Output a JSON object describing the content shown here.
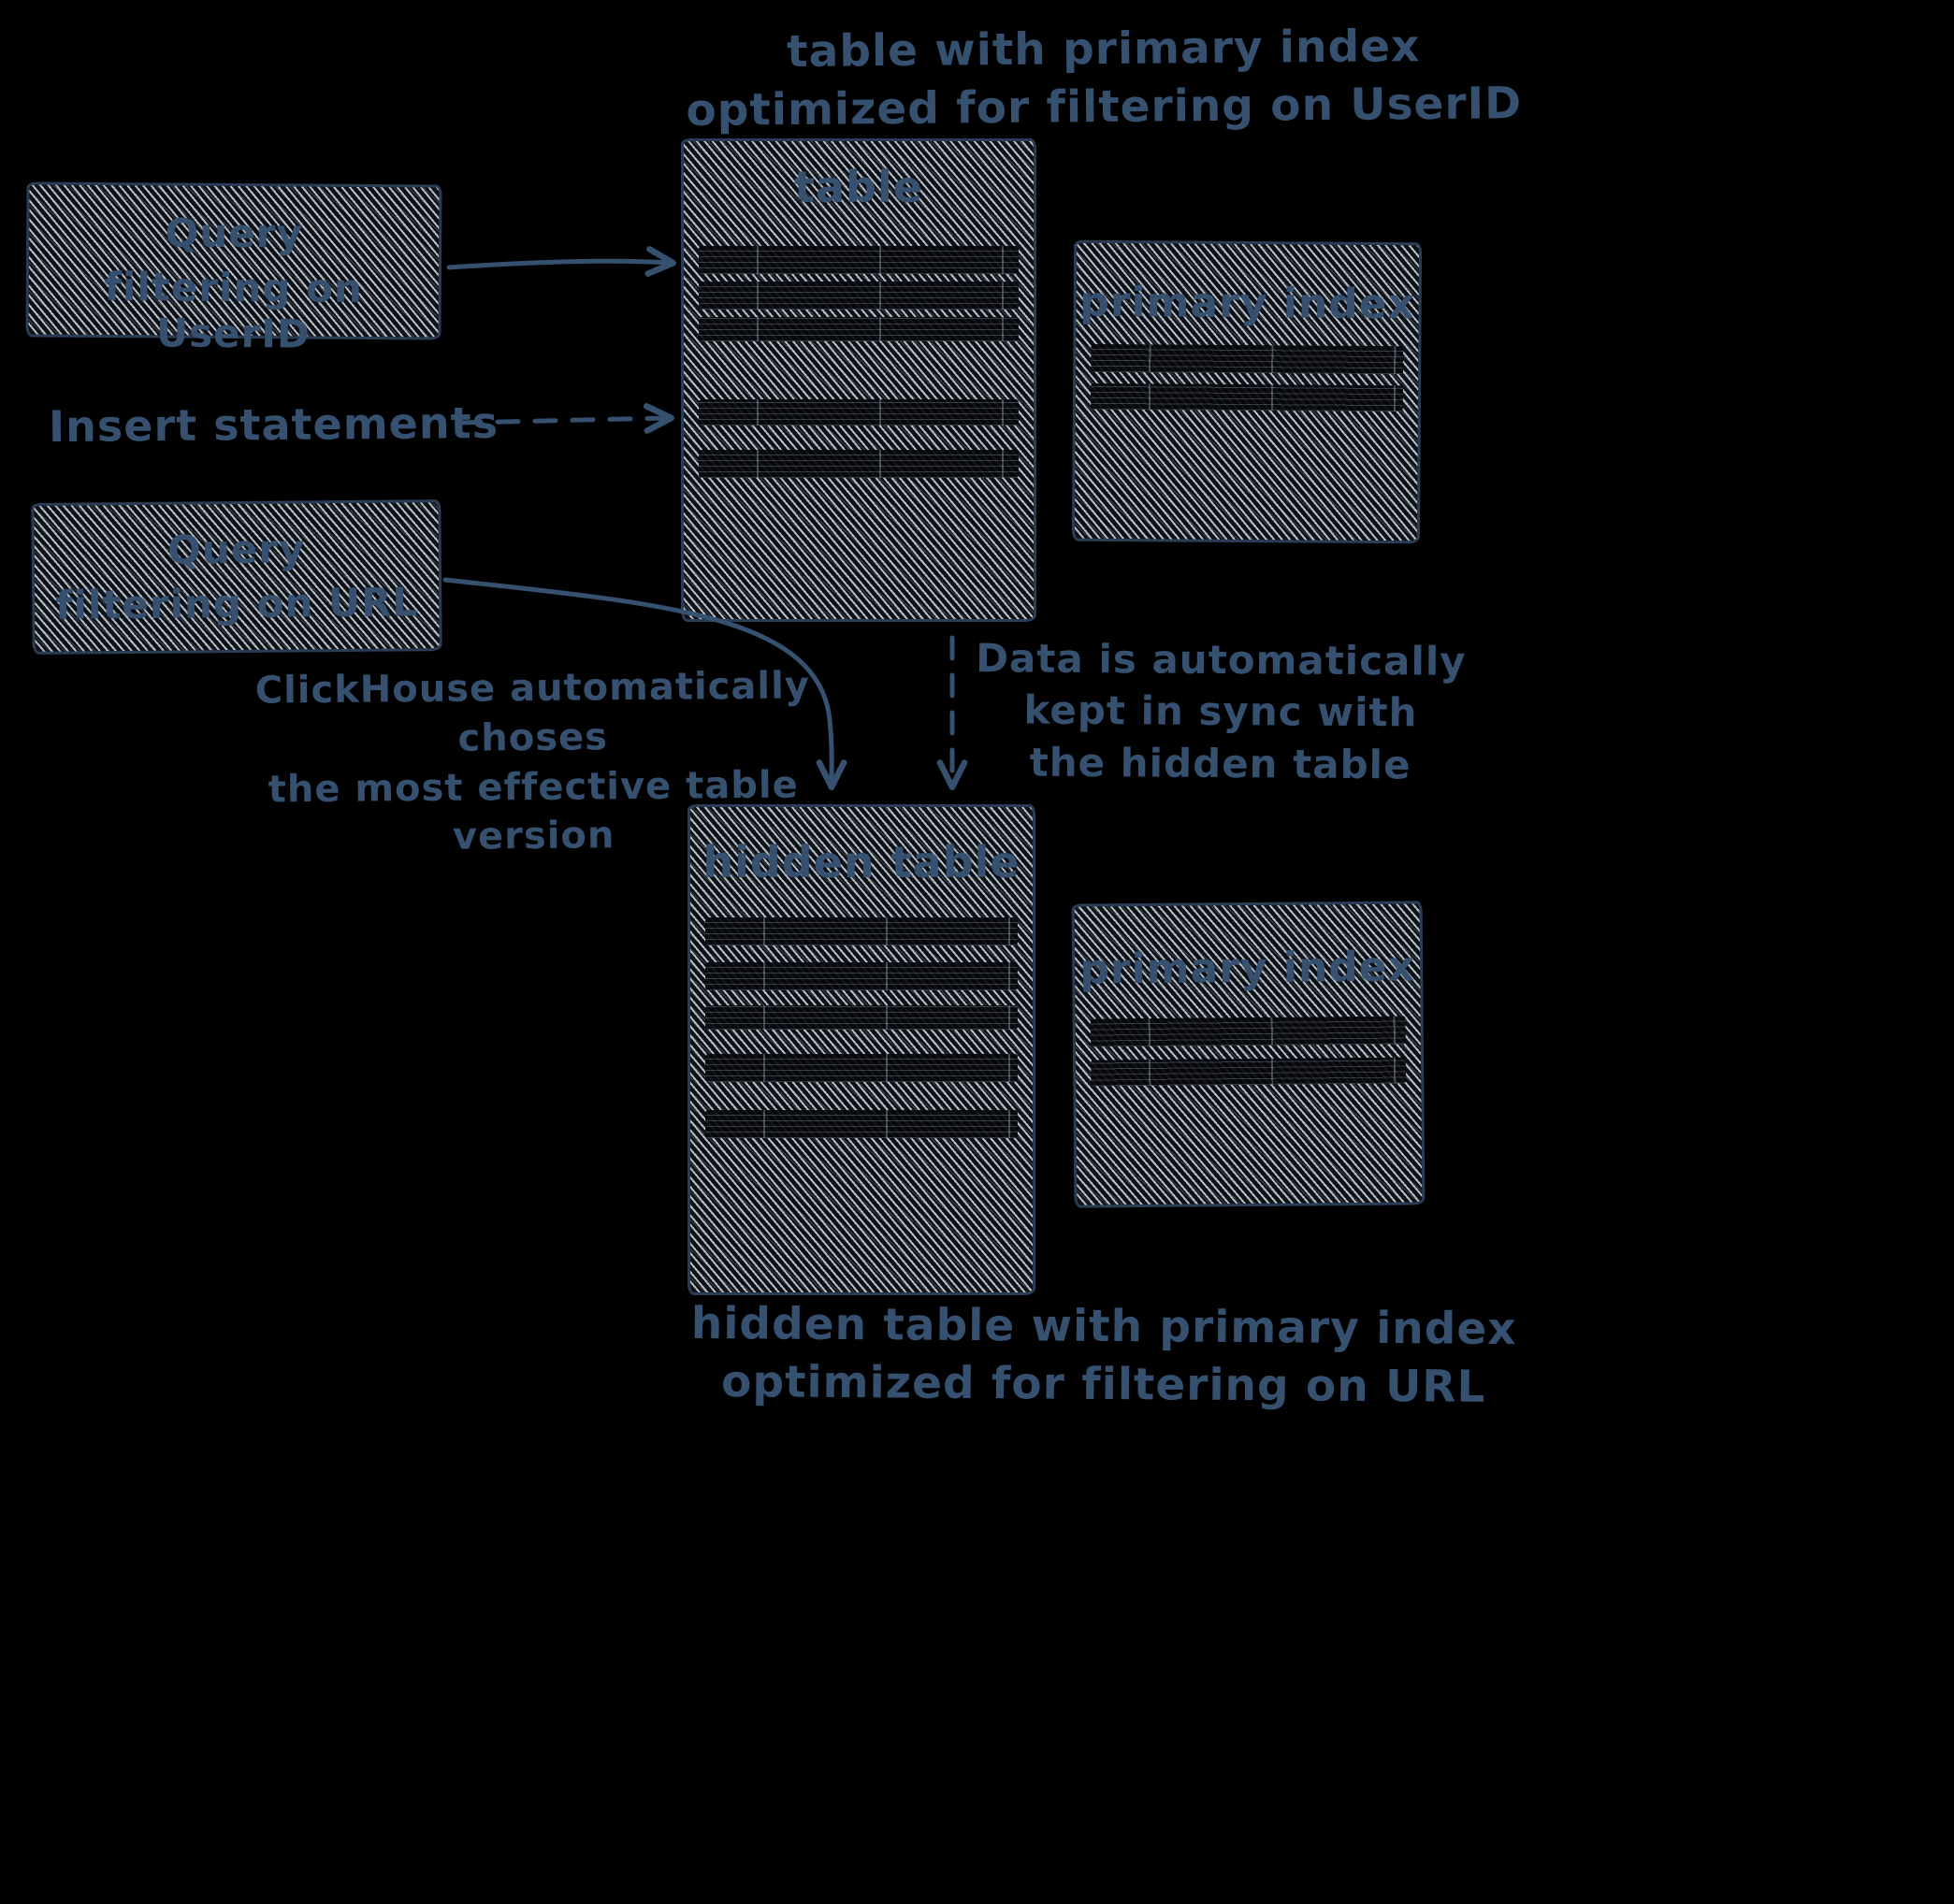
{
  "colors": {
    "background": "#000000",
    "ink": "#36506f",
    "hatch_fill": "#0d1118",
    "row_fill": "#05080e",
    "box_border": "#2b3c55"
  },
  "captions": {
    "top_table": {
      "line1": "table with primary index",
      "line2": "optimized for filtering on UserID"
    },
    "bottom_table": {
      "line1": "hidden table with primary index",
      "line2": "optimized for filtering on URL"
    }
  },
  "labels": {
    "query_userid_line1": "Query",
    "query_userid_line2": "filtering on UserID",
    "insert_statements": "Insert statements",
    "query_url_line1": "Query",
    "query_url_line2": "filtering on URL",
    "table": "table",
    "primary_index_top": "primary index",
    "hidden_table": "hidden table",
    "primary_index_bottom": "primary index"
  },
  "annotations": {
    "auto_choose_line1": "ClickHouse automatically choses",
    "auto_choose_line2": "the most effective table version",
    "sync_line1": "Data is automatically",
    "sync_line2": "kept in sync with",
    "sync_line3": "the hidden table"
  }
}
